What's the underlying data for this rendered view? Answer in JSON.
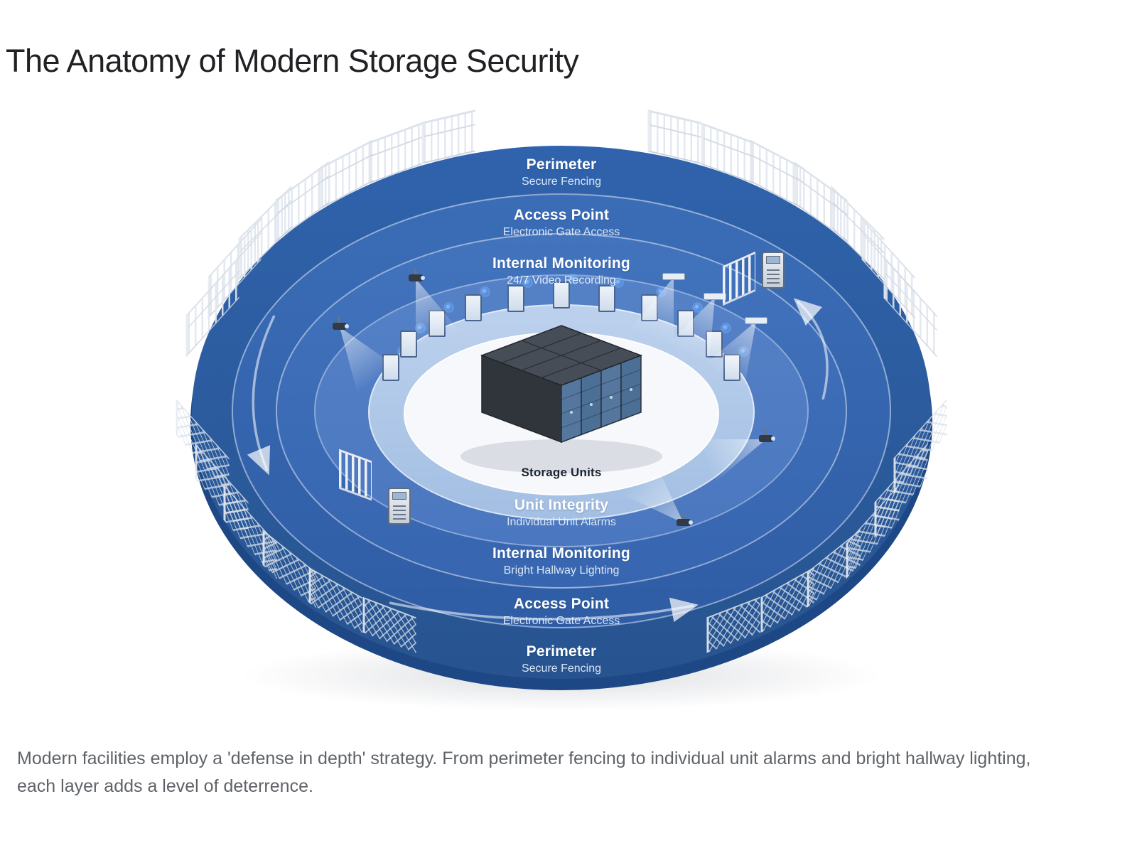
{
  "page": {
    "title": "The Anatomy of Modern Storage Security",
    "caption": "Modern facilities employ a 'defense in depth' strategy. From perimeter fencing to individual unit alarms and bright hallway lighting, each layer adds a level of deterrence."
  },
  "diagram": {
    "center_label": "Storage Units",
    "top_labels": [
      {
        "title": "Perimeter",
        "subtitle": "Secure Fencing"
      },
      {
        "title": "Access Point",
        "subtitle": "Electronic Gate Access"
      },
      {
        "title": "Internal Monitoring",
        "subtitle": "24/7 Video Recording"
      }
    ],
    "bottom_labels": [
      {
        "title": "Unit Integrity",
        "subtitle": "Individual Unit Alarms"
      },
      {
        "title": "Internal Monitoring",
        "subtitle": "Bright Hallway Lighting"
      },
      {
        "title": "Access Point",
        "subtitle": "Electronic Gate Access"
      },
      {
        "title": "Perimeter",
        "subtitle": "Secure Fencing"
      }
    ],
    "icons": {
      "fence": "fence-icon",
      "chain_link_fence": "chain-link-fence-icon",
      "security_camera": "security-camera-icon",
      "hallway_light": "hallway-light-icon",
      "keypad": "keypad-icon",
      "gate": "gate-icon",
      "unit_door": "unit-door-icon",
      "alarm_bell": "alarm-bell-icon",
      "storage_block": "storage-units-icon",
      "flow_arrows": "flow-arrows-icon"
    },
    "colors": {
      "ring_perimeter": "#2e60aa",
      "ring_access": "#3b6db7",
      "ring_monitoring": "#4273bd",
      "walkway": "#5581c7",
      "ring_unit_integrity": "#b9cfec",
      "center": "#f6f8fb",
      "label_text": "#ffffff",
      "title_color": "#202124",
      "caption_color": "#5f6368"
    }
  }
}
